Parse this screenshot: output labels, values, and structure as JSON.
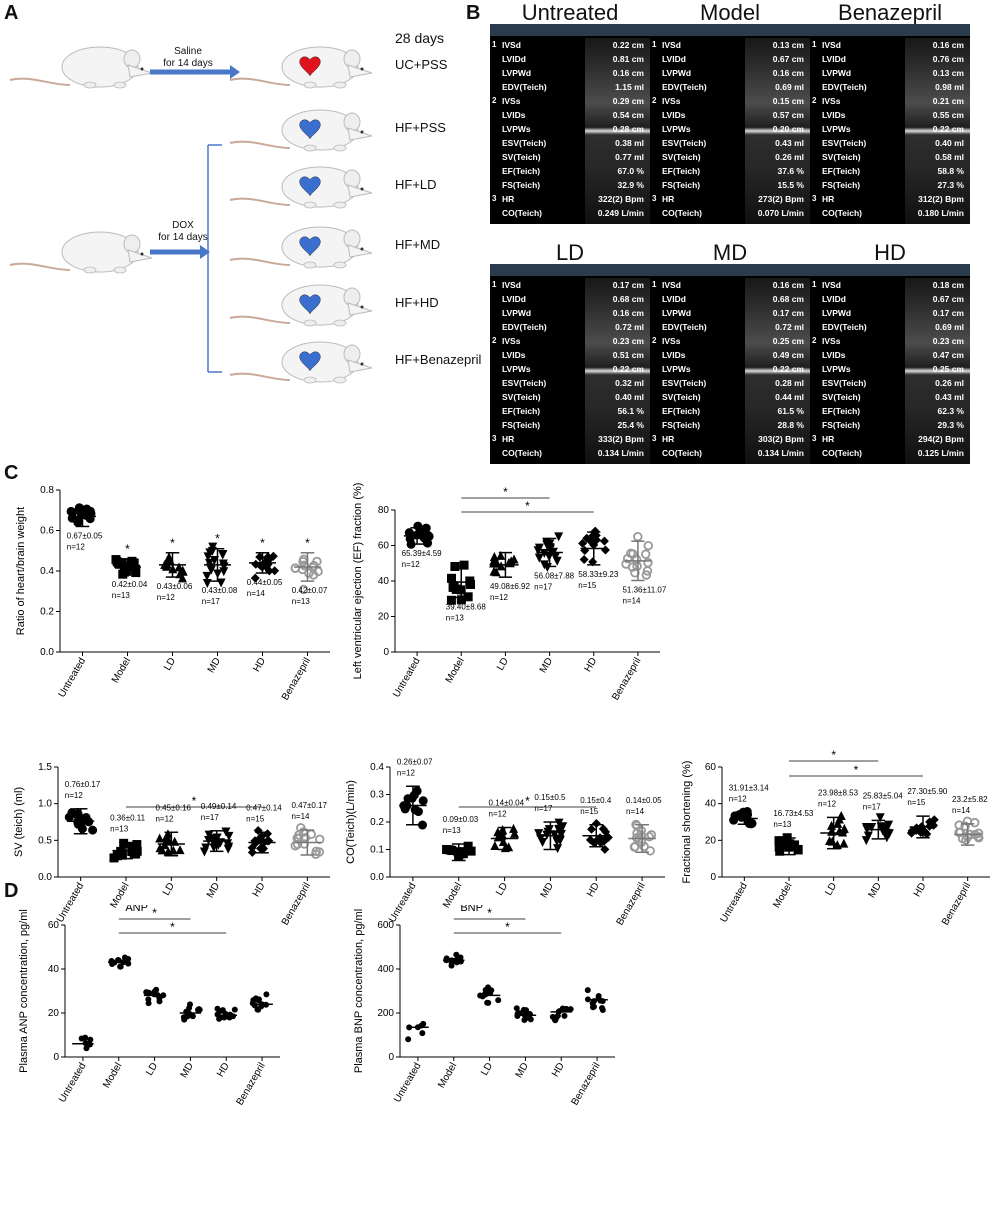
{
  "panels": {
    "a": "A",
    "b": "B",
    "c": "C",
    "d": "D"
  },
  "panel_a": {
    "day_label": "28 days",
    "arrow_top": {
      "line1": "Saline",
      "line2": "for 14 days"
    },
    "arrow_bottom": {
      "line1": "DOX",
      "line2": "for 14 days"
    },
    "groups": [
      "UC+PSS",
      "HF+PSS",
      "HF+LD",
      "HF+MD",
      "HF+HD",
      "HF+Benazepril"
    ],
    "colors": {
      "healthy_heart": "#e0121b",
      "failing_heart": "#3a6fd0",
      "arrow": "#4a78c8"
    }
  },
  "panel_b": {
    "panels": [
      {
        "title": "Untreated",
        "rows": [
          [
            "1",
            "IVSd",
            "0.22 cm"
          ],
          [
            "",
            "LVIDd",
            "0.81 cm"
          ],
          [
            "",
            "LVPWd",
            "0.16 cm"
          ],
          [
            "",
            "EDV(Teich)",
            "1.15 ml"
          ],
          [
            "2",
            "IVSs",
            "0.29 cm"
          ],
          [
            "",
            "LVIDs",
            "0.54 cm"
          ],
          [
            "",
            "LVPWs",
            "0.28 cm"
          ],
          [
            "",
            "ESV(Teich)",
            "0.38 ml"
          ],
          [
            "",
            "SV(Teich)",
            "0.77 ml"
          ],
          [
            "",
            "EF(Teich)",
            "67.0 %"
          ],
          [
            "",
            "FS(Teich)",
            "32.9 %"
          ],
          [
            "3",
            "HR",
            "322(2) Bpm"
          ],
          [
            "",
            "CO(Teich)",
            "0.249 L/min"
          ]
        ]
      },
      {
        "title": "Model",
        "rows": [
          [
            "1",
            "IVSd",
            "0.13 cm"
          ],
          [
            "",
            "LVIDd",
            "0.67 cm"
          ],
          [
            "",
            "LVPWd",
            "0.16 cm"
          ],
          [
            "",
            "EDV(Teich)",
            "0.69 ml"
          ],
          [
            "2",
            "IVSs",
            "0.15 cm"
          ],
          [
            "",
            "LVIDs",
            "0.57 cm"
          ],
          [
            "",
            "LVPWs",
            "0.20 cm"
          ],
          [
            "",
            "ESV(Teich)",
            "0.43 ml"
          ],
          [
            "",
            "SV(Teich)",
            "0.26 ml"
          ],
          [
            "",
            "EF(Teich)",
            "37.6 %"
          ],
          [
            "",
            "FS(Teich)",
            "15.5 %"
          ],
          [
            "3",
            "HR",
            "273(2) Bpm"
          ],
          [
            "",
            "CO(Teich)",
            "0.070 L/min"
          ]
        ]
      },
      {
        "title": "Benazepril",
        "rows": [
          [
            "1",
            "IVSd",
            "0.16 cm"
          ],
          [
            "",
            "LVIDd",
            "0.76 cm"
          ],
          [
            "",
            "LVPWd",
            "0.13 cm"
          ],
          [
            "",
            "EDV(Teich)",
            "0.98 ml"
          ],
          [
            "2",
            "IVSs",
            "0.21 cm"
          ],
          [
            "",
            "LVIDs",
            "0.55 cm"
          ],
          [
            "",
            "LVPWs",
            "0.22 cm"
          ],
          [
            "",
            "ESV(Teich)",
            "0.40 ml"
          ],
          [
            "",
            "SV(Teich)",
            "0.58 ml"
          ],
          [
            "",
            "EF(Teich)",
            "58.8 %"
          ],
          [
            "",
            "FS(Teich)",
            "27.3 %"
          ],
          [
            "3",
            "HR",
            "312(2) Bpm"
          ],
          [
            "",
            "CO(Teich)",
            "0.180 L/min"
          ]
        ]
      },
      {
        "title": "LD",
        "rows": [
          [
            "1",
            "IVSd",
            "0.17 cm"
          ],
          [
            "",
            "LVIDd",
            "0.68 cm"
          ],
          [
            "",
            "LVPWd",
            "0.16 cm"
          ],
          [
            "",
            "EDV(Teich)",
            "0.72 ml"
          ],
          [
            "2",
            "IVSs",
            "0.23 cm"
          ],
          [
            "",
            "LVIDs",
            "0.51 cm"
          ],
          [
            "",
            "LVPWs",
            "0.22 cm"
          ],
          [
            "",
            "ESV(Teich)",
            "0.32 ml"
          ],
          [
            "",
            "SV(Teich)",
            "0.40 ml"
          ],
          [
            "",
            "EF(Teich)",
            "56.1 %"
          ],
          [
            "",
            "FS(Teich)",
            "25.4 %"
          ],
          [
            "3",
            "HR",
            "333(2) Bpm"
          ],
          [
            "",
            "CO(Teich)",
            "0.134 L/min"
          ]
        ]
      },
      {
        "title": "MD",
        "rows": [
          [
            "1",
            "IVSd",
            "0.16 cm"
          ],
          [
            "",
            "LVIDd",
            "0.68 cm"
          ],
          [
            "",
            "LVPWd",
            "0.17 cm"
          ],
          [
            "",
            "EDV(Teich)",
            "0.72 ml"
          ],
          [
            "2",
            "IVSs",
            "0.25 cm"
          ],
          [
            "",
            "LVIDs",
            "0.49 cm"
          ],
          [
            "",
            "LVPWs",
            "0.22 cm"
          ],
          [
            "",
            "ESV(Teich)",
            "0.28 ml"
          ],
          [
            "",
            "SV(Teich)",
            "0.44 ml"
          ],
          [
            "",
            "EF(Teich)",
            "61.5 %"
          ],
          [
            "",
            "FS(Teich)",
            "28.8 %"
          ],
          [
            "3",
            "HR",
            "303(2) Bpm"
          ],
          [
            "",
            "CO(Teich)",
            "0.134 L/min"
          ]
        ]
      },
      {
        "title": "HD",
        "rows": [
          [
            "1",
            "IVSd",
            "0.18 cm"
          ],
          [
            "",
            "LVIDd",
            "0.67 cm"
          ],
          [
            "",
            "LVPWd",
            "0.17 cm"
          ],
          [
            "",
            "EDV(Teich)",
            "0.69 ml"
          ],
          [
            "2",
            "IVSs",
            "0.23 cm"
          ],
          [
            "",
            "LVIDs",
            "0.47 cm"
          ],
          [
            "",
            "LVPWs",
            "0.25 cm"
          ],
          [
            "",
            "ESV(Teich)",
            "0.26 ml"
          ],
          [
            "",
            "SV(Teich)",
            "0.43 ml"
          ],
          [
            "",
            "EF(Teich)",
            "62.3 %"
          ],
          [
            "",
            "FS(Teich)",
            "29.3 %"
          ],
          [
            "3",
            "HR",
            "294(2) Bpm"
          ],
          [
            "",
            "CO(Teich)",
            "0.125 L/min"
          ]
        ]
      }
    ]
  },
  "chart_data": [
    {
      "type": "scatter",
      "id": "c1",
      "ylabel": "Ratio of heart/brain weight",
      "categories": [
        "Untreated",
        "Model",
        "LD",
        "MD",
        "HD",
        "Benazepril"
      ],
      "ylim": [
        0,
        0.8
      ],
      "yticks": [
        "0.0",
        "0.2",
        "0.4",
        "0.6",
        "0.8"
      ],
      "means": [
        0.67,
        0.42,
        0.43,
        0.43,
        0.44,
        0.42
      ],
      "sd": [
        0.05,
        0.04,
        0.06,
        0.08,
        0.05,
        0.07
      ],
      "n": [
        12,
        13,
        12,
        17,
        14,
        13
      ],
      "annotations": [
        [
          "0.67±0.05",
          "n=12"
        ],
        [
          "0.42±0.04",
          "n=13"
        ],
        [
          "0.43±0.06",
          "n=12"
        ],
        [
          "0.43±0.08",
          "n=17"
        ],
        [
          "0.44±0.05",
          "n=14"
        ],
        [
          "0.42±0.07",
          "n=13"
        ]
      ],
      "stars": [
        "",
        "*",
        "*",
        "*",
        "*",
        "*"
      ],
      "brackets": []
    },
    {
      "type": "scatter",
      "id": "c2",
      "ylabel": "Left ventricular ejection (EF) fraction (%)",
      "categories": [
        "Untreated",
        "Model",
        "LD",
        "MD",
        "HD",
        "Benazepril"
      ],
      "ylim": [
        0,
        80
      ],
      "yticks": [
        "0",
        "20",
        "40",
        "60",
        "80"
      ],
      "means": [
        65.39,
        39.4,
        49.08,
        56.08,
        58.33,
        51.36
      ],
      "sd": [
        4.59,
        8.68,
        6.92,
        7.88,
        9.23,
        11.07
      ],
      "n": [
        12,
        13,
        12,
        17,
        15,
        14
      ],
      "annotations": [
        [
          "65.39±4.59",
          "n=12"
        ],
        [
          "39.40±8.68",
          "n=13"
        ],
        [
          "49.08±6.92",
          "n=12"
        ],
        [
          "56.08±7.88",
          "n=17"
        ],
        [
          "58.33±9.23",
          "n=15"
        ],
        [
          "51.36±11.07",
          "n=14"
        ]
      ],
      "stars": [
        "",
        "",
        "",
        "",
        "",
        ""
      ],
      "brackets": [
        {
          "from": 1,
          "to": 3,
          "label": "*"
        },
        {
          "from": 1,
          "to": 4,
          "label": "*"
        }
      ]
    },
    {
      "type": "scatter",
      "id": "c3",
      "ylabel": "SV (teich) (ml)",
      "categories": [
        "Untreated",
        "Model",
        "LD",
        "MD",
        "HD",
        "Benazepril"
      ],
      "ylim": [
        0,
        1.5
      ],
      "yticks": [
        "0.0",
        "0.5",
        "1.0",
        "1.5"
      ],
      "means": [
        0.76,
        0.36,
        0.45,
        0.49,
        0.47,
        0.47
      ],
      "sd": [
        0.17,
        0.11,
        0.16,
        0.14,
        0.14,
        0.17
      ],
      "n": [
        12,
        13,
        12,
        17,
        15,
        14
      ],
      "annotations": [
        [
          "0.76±0.17",
          "n=12"
        ],
        [
          "0.36±0.11",
          "n=13"
        ],
        [
          "0.45±0.16",
          "n=12"
        ],
        [
          "0.49±0.14",
          "n=17"
        ],
        [
          "0.47±0.14",
          "n=15"
        ],
        [
          "0.47±0.17",
          "n=14"
        ]
      ],
      "stars": [
        "",
        "",
        "",
        "",
        "",
        ""
      ],
      "brackets": [
        {
          "from": 1,
          "to": 4,
          "label": "*"
        }
      ]
    },
    {
      "type": "scatter",
      "id": "c4",
      "ylabel": "CO(Teich)(L/min)",
      "categories": [
        "Untreated",
        "Model",
        "LD",
        "MD",
        "HD",
        "Benazepril"
      ],
      "ylim": [
        0,
        0.4
      ],
      "yticks": [
        "0.0",
        "0.1",
        "0.2",
        "0.3",
        "0.4"
      ],
      "means": [
        0.26,
        0.09,
        0.14,
        0.15,
        0.15,
        0.14
      ],
      "sd": [
        0.07,
        0.03,
        0.04,
        0.05,
        0.04,
        0.05
      ],
      "n": [
        12,
        13,
        12,
        17,
        15,
        14
      ],
      "annotations": [
        [
          "0.26±0.07",
          "n=12"
        ],
        [
          "0.09±0.03",
          "n=13"
        ],
        [
          "0.14±0.04",
          "n=12"
        ],
        [
          "0.15±0.5",
          "n=17"
        ],
        [
          "0.15±0.4",
          "n=15"
        ],
        [
          "0.14±0.05",
          "n=14"
        ]
      ],
      "stars": [
        "",
        "",
        "",
        "",
        "",
        ""
      ],
      "brackets": [
        {
          "from": 1,
          "to": 4,
          "label": "*"
        }
      ]
    },
    {
      "type": "scatter",
      "id": "c5",
      "ylabel": "Fractional shortening (%)",
      "categories": [
        "Untreated",
        "Model",
        "LD",
        "MD",
        "HD",
        "Benazepril"
      ],
      "ylim": [
        0,
        60
      ],
      "yticks": [
        "0",
        "20",
        "40",
        "60"
      ],
      "means": [
        31.91,
        16.73,
        23.98,
        25.83,
        27.3,
        23.2
      ],
      "sd": [
        3.14,
        4.53,
        8.53,
        5.04,
        5.9,
        5.82
      ],
      "n": [
        12,
        13,
        12,
        17,
        15,
        14
      ],
      "annotations": [
        [
          "31.91±3.14",
          "n=12"
        ],
        [
          "16.73±4.53",
          "n=13"
        ],
        [
          "23.98±8.53",
          "n=12"
        ],
        [
          "25.83±5.04",
          "n=17"
        ],
        [
          "27.30±5.90",
          "n=15"
        ],
        [
          "23.2±5.82",
          "n=14"
        ]
      ],
      "stars": [
        "",
        "",
        "",
        "",
        "",
        ""
      ],
      "brackets": [
        {
          "from": 1,
          "to": 3,
          "label": "*"
        },
        {
          "from": 1,
          "to": 4,
          "label": "*"
        }
      ]
    },
    {
      "type": "scatter",
      "id": "d1",
      "title": "ANP",
      "ylabel": "Plasma ANP concentration, pg/ml",
      "categories": [
        "Untreated",
        "Model",
        "LD",
        "MD",
        "HD",
        "Benazepril"
      ],
      "ylim": [
        0,
        60
      ],
      "yticks": [
        "0",
        "20",
        "40",
        "60"
      ],
      "means": [
        6,
        43,
        28,
        20,
        19,
        24
      ],
      "sd": [
        0,
        0,
        0,
        0,
        0,
        0
      ],
      "n": [
        6,
        12,
        12,
        12,
        12,
        12
      ],
      "annotations": [],
      "stars": [
        "",
        "",
        "",
        "",
        "",
        ""
      ],
      "brackets": [
        {
          "from": 1,
          "to": 3,
          "label": "*"
        },
        {
          "from": 1,
          "to": 4,
          "label": "*"
        }
      ]
    },
    {
      "type": "scatter",
      "id": "d2",
      "title": "BNP",
      "ylabel": "Plasma BNP concentration, pg/ml",
      "categories": [
        "Untreated",
        "Model",
        "LD",
        "MD",
        "HD",
        "Benazepril"
      ],
      "ylim": [
        0,
        600
      ],
      "yticks": [
        "0",
        "200",
        "400",
        "600"
      ],
      "means": [
        135,
        440,
        280,
        190,
        205,
        260
      ],
      "sd": [
        0,
        0,
        0,
        0,
        0,
        0
      ],
      "n": [
        6,
        12,
        12,
        12,
        12,
        12
      ],
      "annotations": [],
      "stars": [
        "",
        "",
        "",
        "",
        "",
        ""
      ],
      "brackets": [
        {
          "from": 1,
          "to": 3,
          "label": "*"
        },
        {
          "from": 1,
          "to": 4,
          "label": "*"
        }
      ]
    }
  ]
}
